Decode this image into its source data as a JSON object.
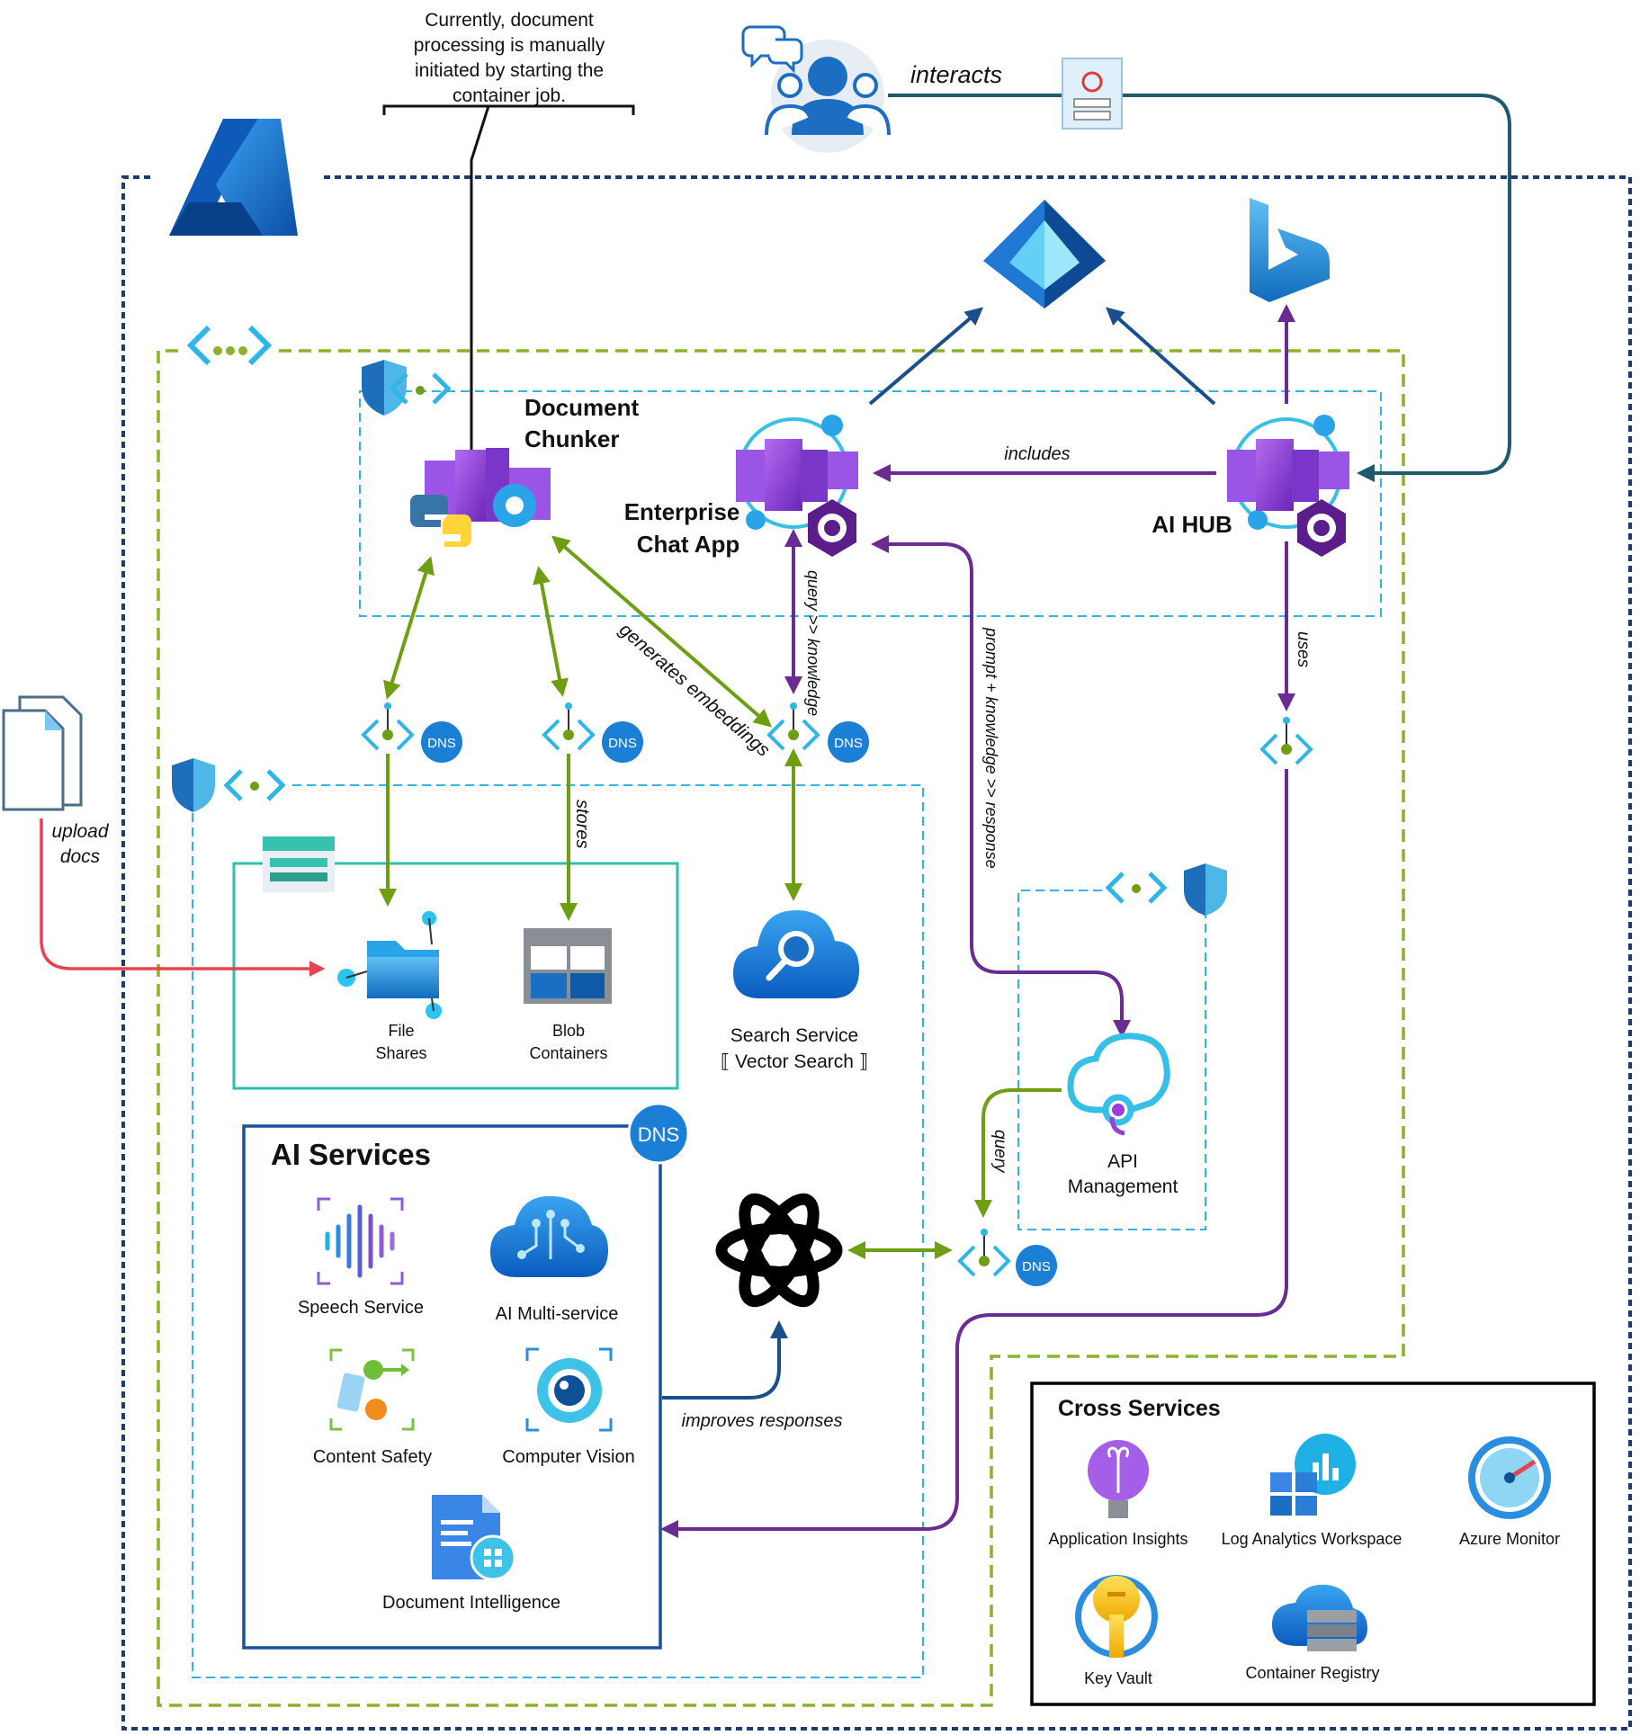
{
  "labels": {
    "note": [
      "Currently, document",
      "processing is manually",
      "initiated by starting the",
      "container job."
    ],
    "interacts": "interacts",
    "document_chunker": [
      "Document",
      "Chunker"
    ],
    "enterprise_chat_app": [
      "Enterprise",
      "Chat App"
    ],
    "ai_hub": "AI HUB",
    "includes": "includes",
    "query_knowledge": "query >> knowledge",
    "prompt_knowledge_response": "prompt + knowledge >> response",
    "uses": "uses",
    "generates_embeddings": "generates embeddings",
    "stores": "stores",
    "upload_docs": [
      "upload",
      "docs"
    ],
    "file_shares": [
      "File",
      "Shares"
    ],
    "blob_containers": [
      "Blob",
      "Containers"
    ],
    "search_service": [
      "Search Service",
      "⟦ Vector Search ⟧"
    ],
    "api_management": [
      "API",
      "Management"
    ],
    "query": "query",
    "improves_responses": "improves responses",
    "dns": "DNS"
  },
  "ai_services": {
    "title": "AI Services",
    "items": {
      "speech": "Speech Service",
      "multi": "AI Multi-service",
      "safety": "Content Safety",
      "vision": "Computer Vision",
      "docintel": "Document Intelligence"
    }
  },
  "cross_services": {
    "title": "Cross Services",
    "items": {
      "appinsights": "Application Insights",
      "loganalytics": "Log Analytics Workspace",
      "monitor": "Azure Monitor",
      "keyvault": "Key Vault",
      "registry": "Container Registry"
    }
  },
  "colors": {
    "azure_boundary": "#1f3a6e",
    "vnet": "#8ab32c",
    "subnet": "#2fb6e6",
    "green_arrow": "#6e9e12",
    "purple_arrow": "#6b2c91",
    "navy_arrow": "#1a4f8b",
    "teal_line": "#1e5a6b",
    "red_arrow": "#e8424f",
    "storage_box": "#2cbfae",
    "ai_box": "#1a4f9b"
  }
}
